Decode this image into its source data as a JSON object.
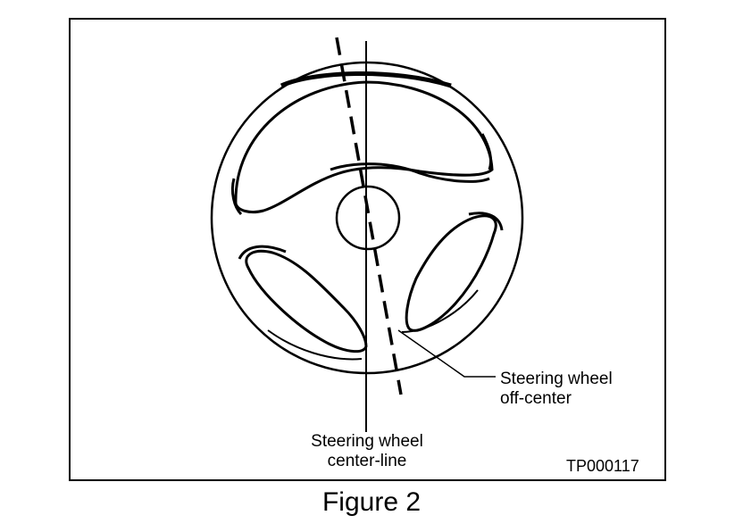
{
  "figure": {
    "caption": "Figure 2",
    "code": "TP000117",
    "labels": {
      "off_center_line1": "Steering wheel",
      "off_center_line2": "off-center",
      "center_line_line1": "Steering wheel",
      "center_line_line2": "center-line"
    }
  },
  "colors": {
    "ink": "#000000",
    "paper": "#ffffff"
  }
}
